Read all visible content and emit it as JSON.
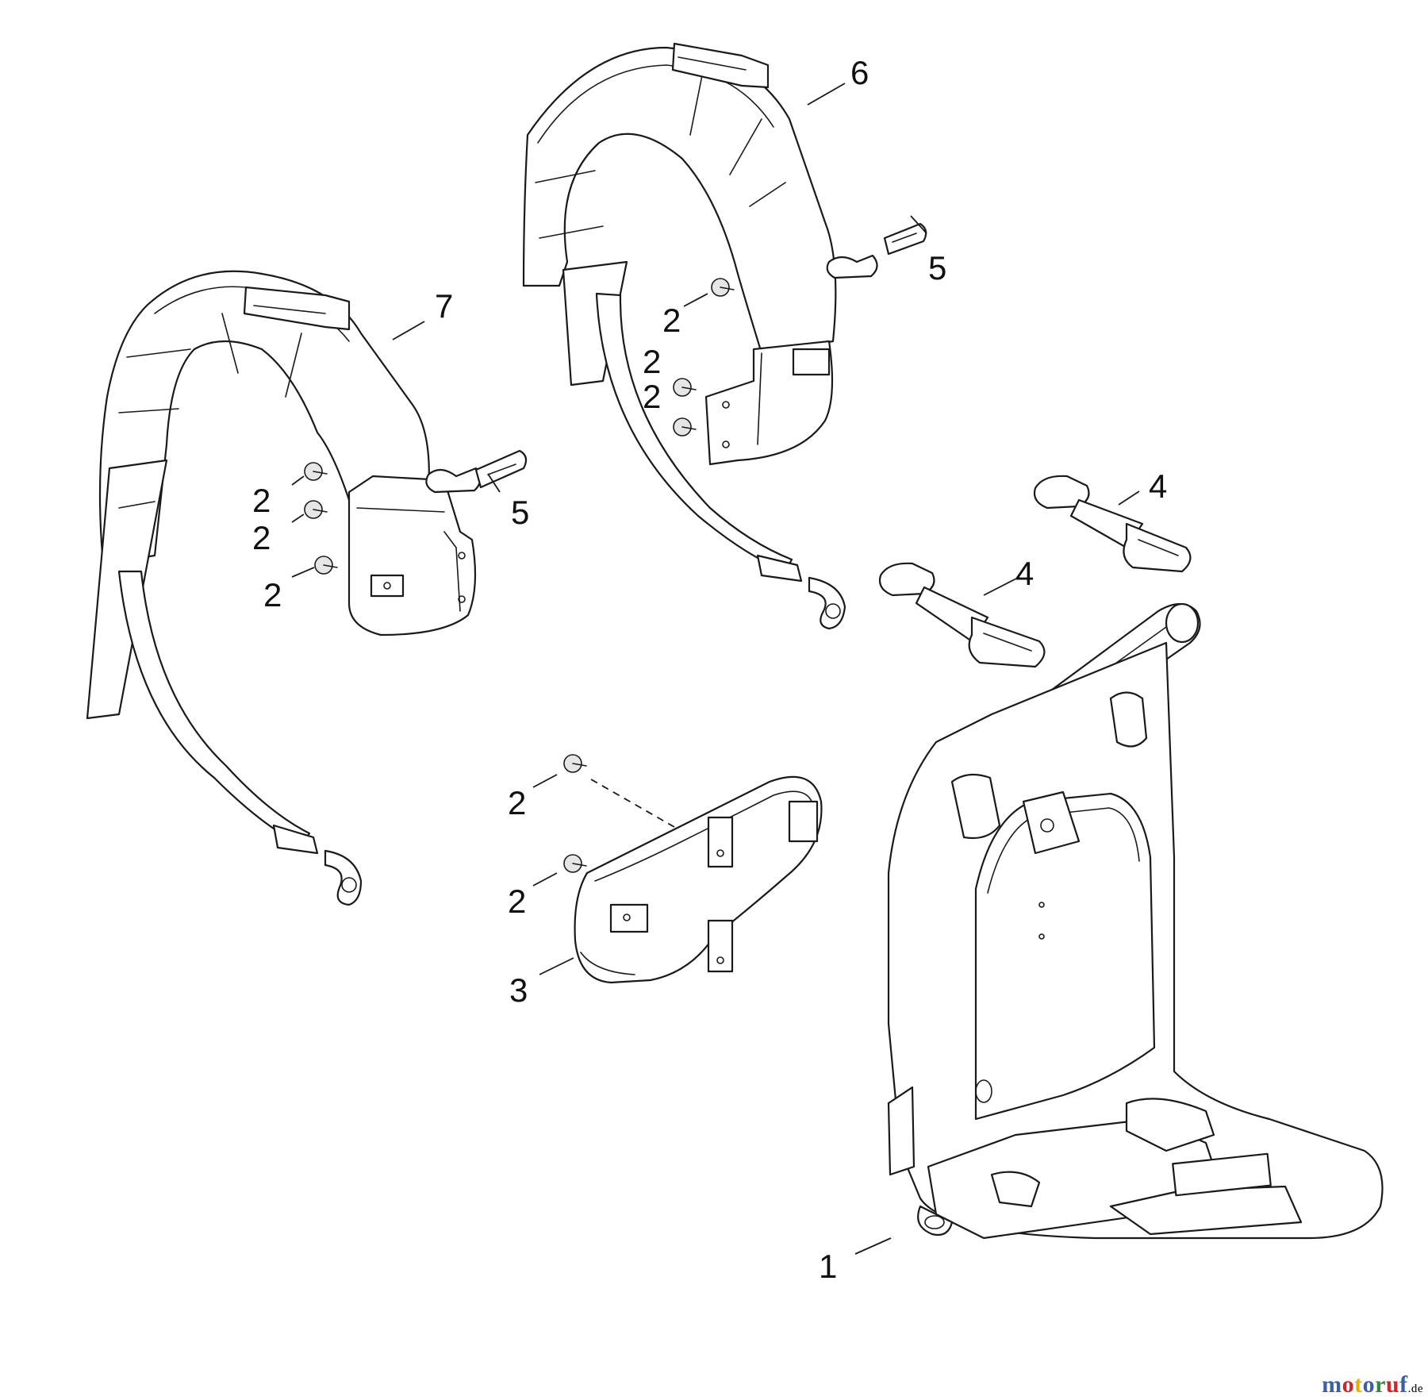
{
  "callouts": {
    "c1": "1",
    "c2a": "2",
    "c2b": "2",
    "c2c": "2",
    "c2d": "2",
    "c2e": "2",
    "c2f": "2",
    "c2g": "2",
    "c2h": "2",
    "c3": "3",
    "c4a": "4",
    "c4b": "4",
    "c5a": "5",
    "c5b": "5",
    "c6": "6",
    "c7": "7"
  },
  "watermark": {
    "letters": [
      "m",
      "o",
      "t",
      "o",
      "r",
      "u",
      "f"
    ],
    "suffix": ".de",
    "colors": [
      "#3a5fa8",
      "#d2232a",
      "#f2a900",
      "#3a5fa8",
      "#2e8b3a",
      "#d2232a",
      "#3a5fa8"
    ]
  }
}
